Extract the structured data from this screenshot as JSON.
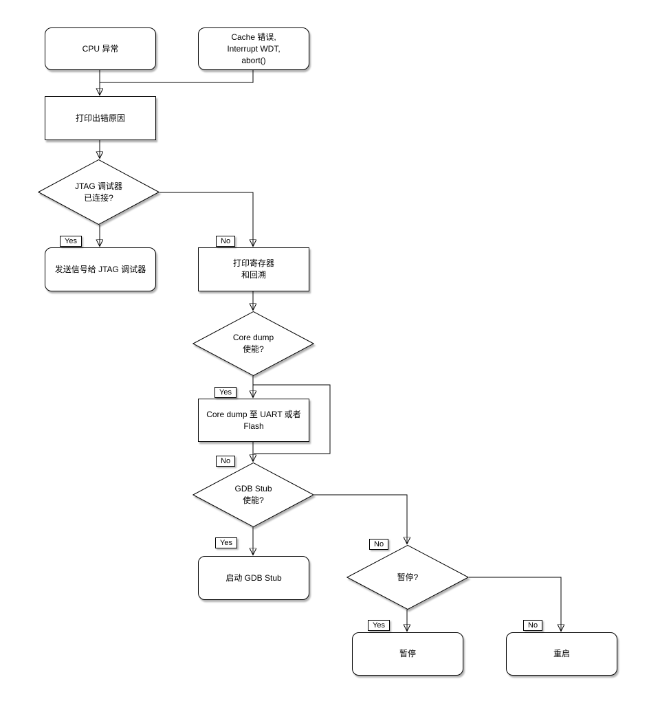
{
  "diagram": {
    "type": "flowchart",
    "background_color": "#ffffff",
    "stroke_color": "#000000",
    "fill_color": "#ffffff",
    "nodes": {
      "cpu_exception": {
        "shape": "rounded-rect",
        "label": "CPU 异常"
      },
      "cache_error": {
        "shape": "rounded-rect",
        "label": "Cache 错误,\nInterrupt WDT,\nabort()"
      },
      "print_error_reason": {
        "shape": "rect",
        "label": "打印出错原因"
      },
      "jtag_connected": {
        "shape": "diamond",
        "label": "JTAG 调试器\n已连接?"
      },
      "send_signal_jtag": {
        "shape": "rounded-rect",
        "label": "发送信号给 JTAG 调试器"
      },
      "print_registers_backtrace": {
        "shape": "rect",
        "label": "打印寄存器\n和回溯"
      },
      "core_dump_enabled": {
        "shape": "diamond",
        "label": "Core dump\n使能?"
      },
      "core_dump_dest": {
        "shape": "rect",
        "label": "Core dump 至 UART 或者 Flash"
      },
      "gdb_stub_enabled": {
        "shape": "diamond",
        "label": "GDB Stub\n使能?"
      },
      "start_gdb_stub": {
        "shape": "rounded-rect",
        "label": "启动 GDB Stub"
      },
      "halt_question": {
        "shape": "diamond",
        "label": "暂停?"
      },
      "halt": {
        "shape": "rounded-rect",
        "label": "暂停"
      },
      "reboot": {
        "shape": "rounded-rect",
        "label": "重启"
      }
    },
    "edge_labels": {
      "jtag_yes": "Yes",
      "jtag_no": "No",
      "coredump_yes": "Yes",
      "coredump_no": "No",
      "gdbstub_yes": "Yes",
      "gdbstub_no": "No",
      "halt_yes": "Yes",
      "halt_no": "No"
    }
  }
}
